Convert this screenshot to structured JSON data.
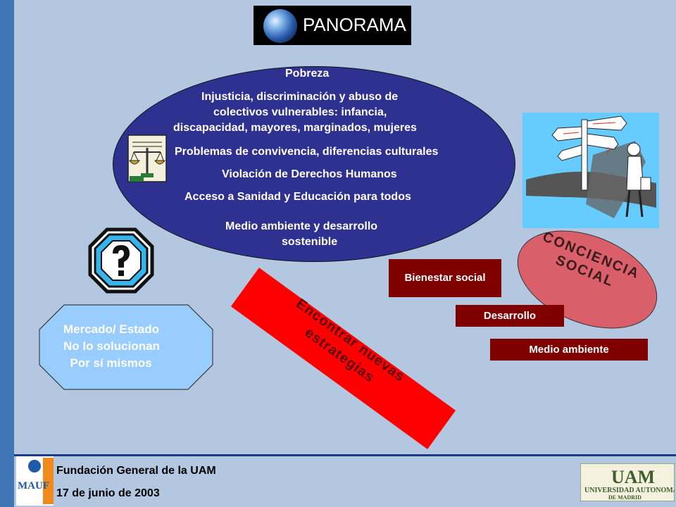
{
  "title": "PANORAMA",
  "ellipse": {
    "items": [
      "Pobreza",
      "Injusticia, discriminación y abuso de",
      "colectivos vulnerables: infancia,",
      "discapacidad, mayores, marginados, mujeres",
      "Problemas de convivencia, diferencias culturales",
      "Violación de Derechos Humanos",
      "Acceso a Sanidad y Educación para todos",
      "Medio ambiente y desarrollo",
      "sostenible"
    ]
  },
  "conciencia": "CONCIENCIA\nSOCIAL",
  "boxes": {
    "bienestar": "Bienestar social",
    "desarrollo": "Desarrollo",
    "medio": "Medio ambiente"
  },
  "octagon": "Mercado/ Estado\nNo lo solucionan\n  Por sí mismos",
  "red_band": "Encontrar nuevas estrategias",
  "footer": {
    "org": "Fundación General de la UAM",
    "date": "17 de junio de 2003",
    "left_logo": "MAUF",
    "right_logo_top": "UAM",
    "right_logo_line1": "UNIVERSIDAD AUTONOMA",
    "right_logo_line2": "DE MADRID"
  },
  "colors": {
    "background": "#b3c8e0",
    "ellipse": "#2f3191",
    "red_band": "#ff0000",
    "dark_box": "#800000",
    "conciencia": "#d9606a",
    "octagon": "#99ccff"
  },
  "icons": [
    "globe-icon",
    "scale-of-justice-icon",
    "question-mark-icon",
    "signpost-man-icon"
  ]
}
